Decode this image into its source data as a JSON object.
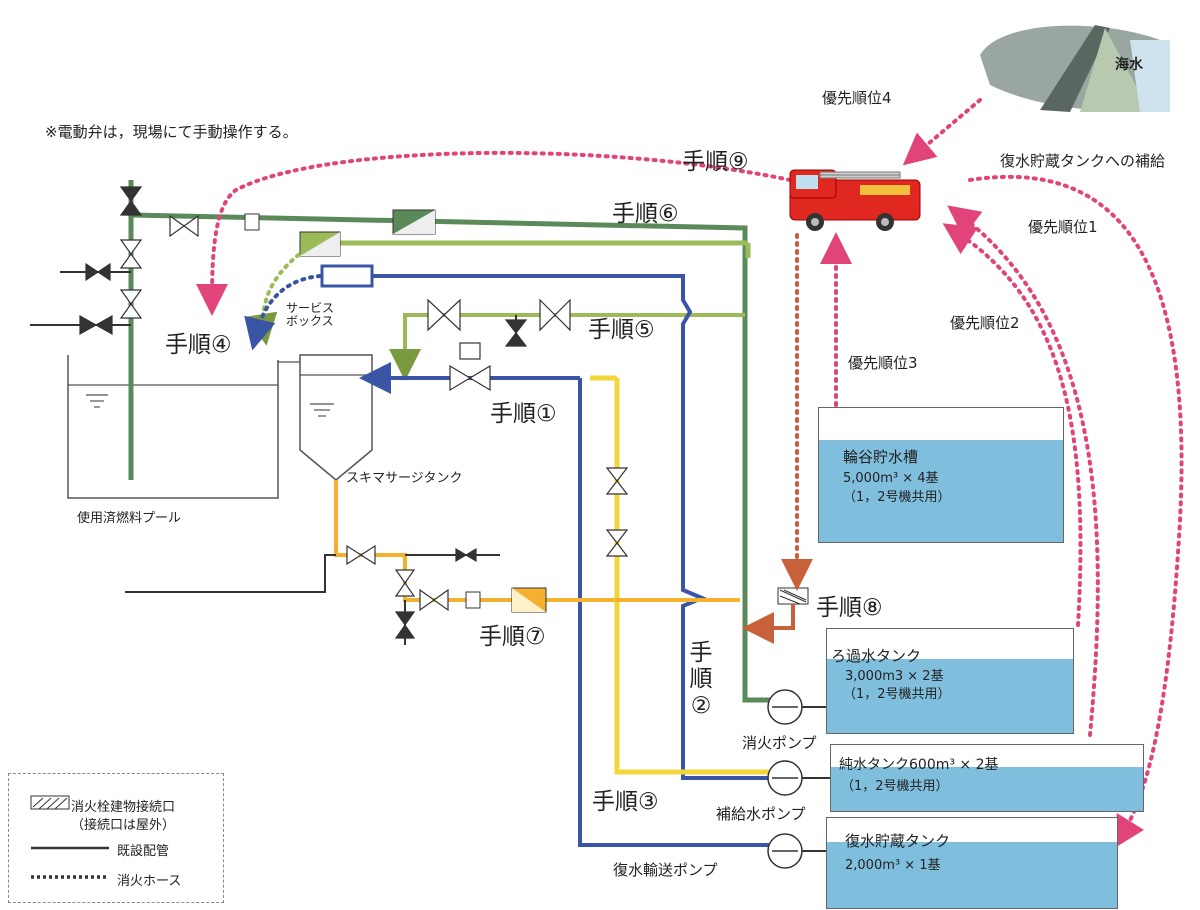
{
  "note": "※電動弁は，現場にて手動操作する。",
  "steps": {
    "s1": "手順①",
    "s2_a": "手",
    "s2_b": "順",
    "s2_c": "②",
    "s3": "手順③",
    "s4": "手順④",
    "s5": "手順⑤",
    "s6": "手順⑥",
    "s7": "手順⑦",
    "s8": "手順⑧",
    "s9": "手順⑨"
  },
  "priorities": {
    "p1": "優先順位1",
    "p2": "優先順位2",
    "p3": "優先順位3",
    "p4": "優先順位4"
  },
  "labels": {
    "condensate_supply": "復水貯蔵タンクへの補給",
    "seawater": "海水",
    "service_box": "サービス\nボックス",
    "skimmer_tank": "スキマサージタンク",
    "spent_fuel_pool": "使用済燃料プール",
    "fire_pump": "消火ポンプ",
    "makeup_pump": "補給水ポンプ",
    "condensate_transfer_pump": "復水輸送ポンプ"
  },
  "tanks": {
    "ring_valley": {
      "name": "輪谷貯水槽",
      "spec": "5,000m³ × 4基",
      "share": "（1，2号機共用）"
    },
    "filtered": {
      "name": "ろ過水タンク",
      "spec": "3,000m3 × 2基",
      "share": "（1，2号機共用）"
    },
    "pure": {
      "name": "純水タンク600m³ × 2基",
      "share": "（1，2号機共用）"
    },
    "condensate": {
      "name": "復水貯蔵タンク",
      "spec": "2,000m³ × 1基"
    }
  },
  "legend": {
    "connection": "消火栓建物接続口",
    "connection_note": "（接続口は屋外）",
    "existing": "既設配管",
    "hose": "消火ホース"
  },
  "colors": {
    "green": "#5a8a5a",
    "light_green": "#9bbb59",
    "blue": "#3a55a5",
    "yellow": "#f2d63a",
    "orange": "#f5b030",
    "hose_pink": "#e0447a",
    "hose_orange": "#c8603a",
    "tank_blue": "#7fbfdd",
    "truck_red": "#e02820"
  }
}
